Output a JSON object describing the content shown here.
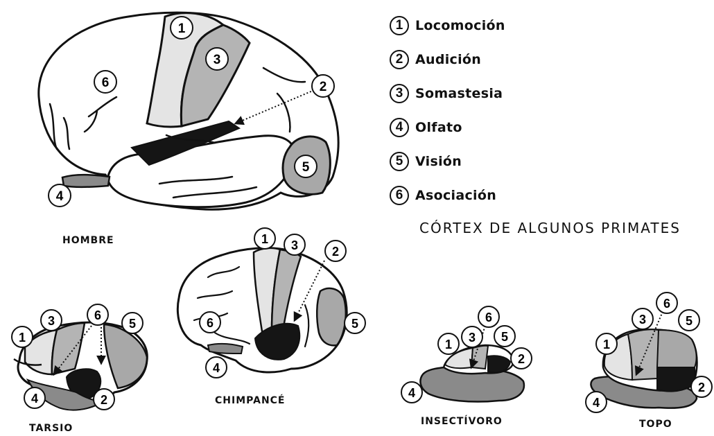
{
  "legend": [
    {
      "num": "1",
      "label": "Locomoción"
    },
    {
      "num": "2",
      "label": "Audición"
    },
    {
      "num": "3",
      "label": "Somastesia"
    },
    {
      "num": "4",
      "label": "Olfato"
    },
    {
      "num": "5",
      "label": "Visión"
    },
    {
      "num": "6",
      "label": "Asociación"
    }
  ],
  "title": "CÓRTEX DE ALGUNOS PRIMATES",
  "captions": {
    "hombre": "HOMBRE",
    "chimpance": "CHIMPANCÉ",
    "tarsio": "TARSIO",
    "insectivoro": "INSECTÍVORO",
    "topo": "TOPO"
  },
  "markers": {
    "hombre": [
      "1",
      "3",
      "6",
      "2",
      "5",
      "4"
    ],
    "chimpance": [
      "1",
      "3",
      "2",
      "6",
      "5",
      "4"
    ],
    "tarsio": [
      "1",
      "3",
      "6",
      "5",
      "4",
      "2"
    ],
    "insectivoro": [
      "6",
      "1",
      "3",
      "5",
      "2",
      "4"
    ],
    "topo": [
      "6",
      "3",
      "5",
      "1",
      "2",
      "4"
    ]
  },
  "colors": {
    "locomocion": "#e4e4e4",
    "somastesia": "#b4b4b4",
    "audicion": "#151515",
    "olfato": "#8a8a8a",
    "vision": "#a8a8a8",
    "asociacion": "#ffffff"
  }
}
